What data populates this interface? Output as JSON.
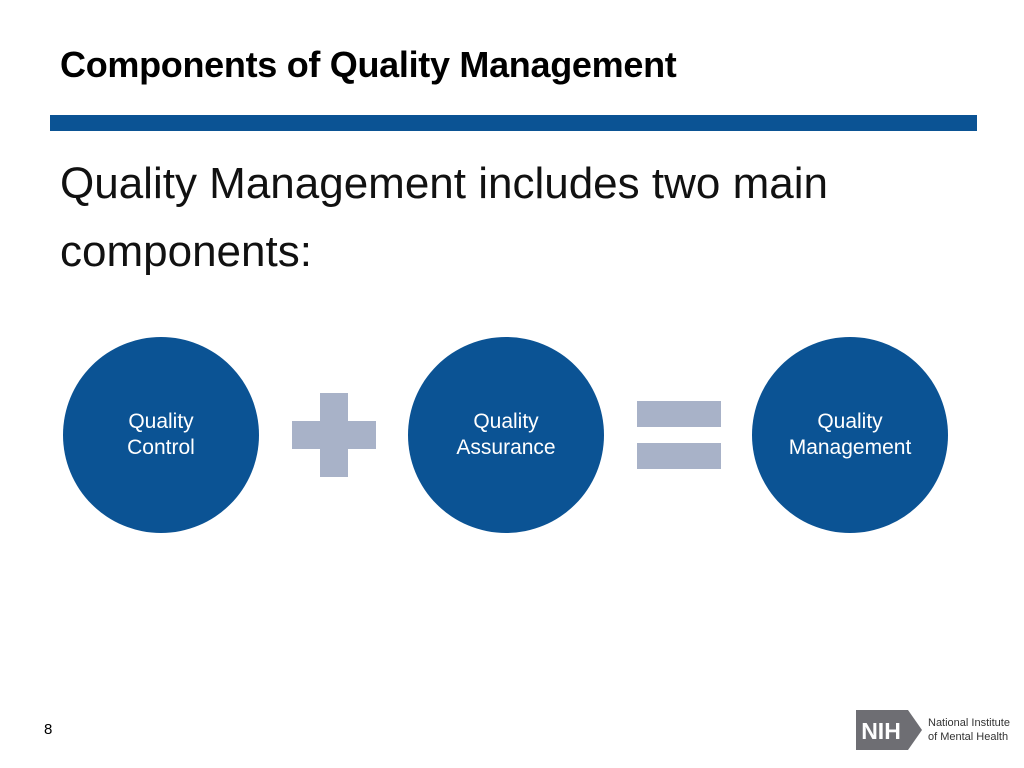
{
  "slide": {
    "title": "Components of Quality Management",
    "intro_text": "Quality Management includes two main components:",
    "page_number": "8"
  },
  "components": [
    {
      "label_line1": "Quality",
      "label_line2": "Control"
    },
    {
      "label_line1": "Quality",
      "label_line2": "Assurance"
    },
    {
      "label_line1": "Quality",
      "label_line2": "Management"
    }
  ],
  "operators": {
    "first": "plus-icon",
    "second": "equals-icon"
  },
  "logo": {
    "mark": "NIH",
    "line1": "National Institute",
    "line2": "of Mental Health"
  },
  "colors": {
    "accent_blue": "#0b5394",
    "operator_gray": "#a8b2c8",
    "logo_gray": "#6e6e73"
  }
}
